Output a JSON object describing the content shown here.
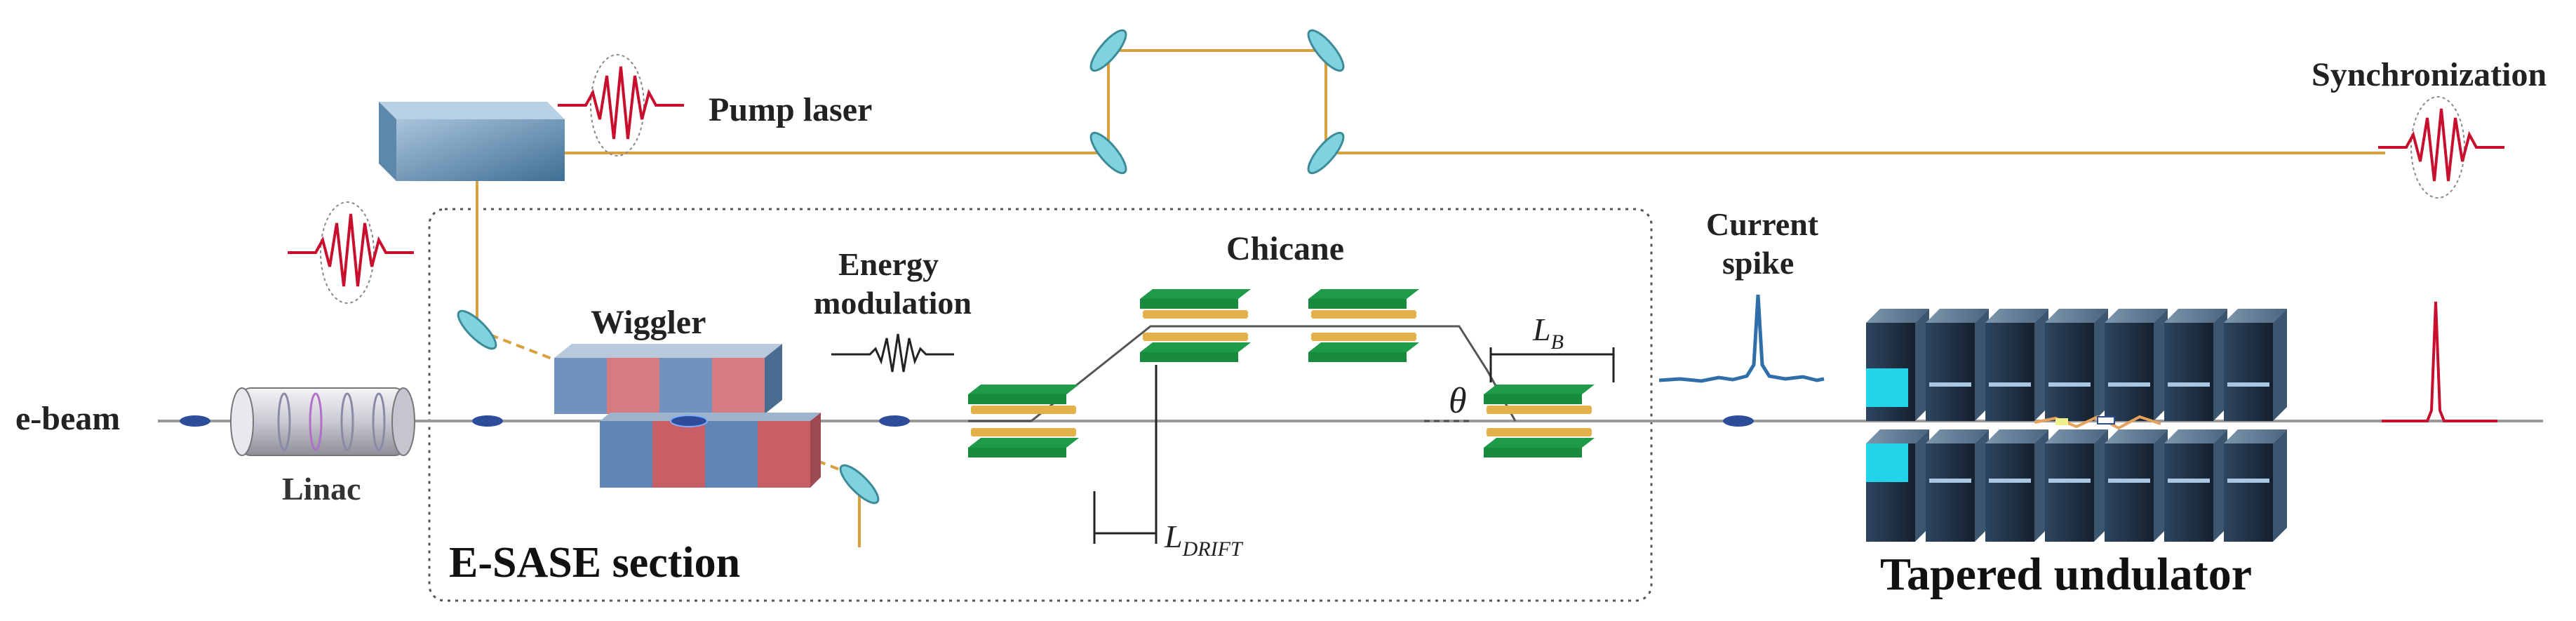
{
  "labels": {
    "pump_laser": "Pump laser",
    "synchronization": "Synchronization",
    "current_spike_line1": "Current",
    "current_spike_line2": "spike",
    "wiggler": "Wiggler",
    "energy_modulation_line1": "Energy",
    "energy_modulation_line2": "modulation",
    "chicane": "Chicane",
    "e_beam": "e-beam",
    "linac": "Linac",
    "esase_section": "E-SASE section",
    "tapered_undulator": "Tapered undulator",
    "l_b_main": "L",
    "l_b_sub": "B",
    "l_drift_main": "L",
    "l_drift_sub": "DRIFT",
    "theta": "θ"
  },
  "colors": {
    "laser_path": "#d9a040",
    "pulse": "#c8102e",
    "beamline": "#9a9a9a",
    "wiggler_blue": "#5f86b5",
    "wiggler_red": "#c85e66",
    "magnet_green": "#1f9a48",
    "magnet_gold": "#e3b04a",
    "undulator_dark": "#1f3146",
    "undulator_cyan": "#22d3ea",
    "mirror": "#7fd3df",
    "spike": "#2f6ea8"
  }
}
